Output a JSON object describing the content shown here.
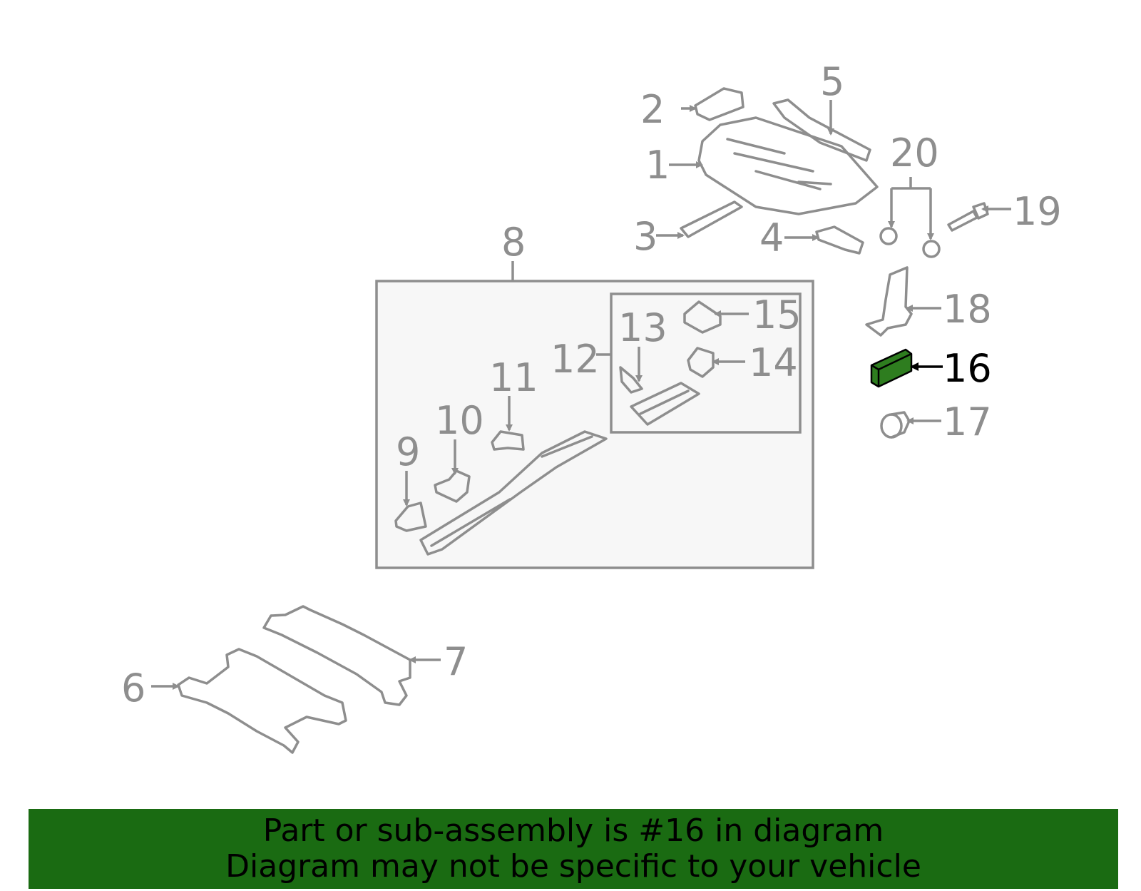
{
  "callouts": [
    "1",
    "2",
    "3",
    "4",
    "5",
    "6",
    "7",
    "8",
    "9",
    "10",
    "11",
    "12",
    "13",
    "14",
    "15",
    "16",
    "17",
    "18",
    "19",
    "20"
  ],
  "highlighted_callout": "16",
  "colors": {
    "line": "#8e8e8e",
    "highlight_fill": "#2e7d1f",
    "banner_background": "#1a6b12",
    "subassembly_box_fill": "#f7f7f7"
  },
  "banner": {
    "line1": "Part or sub-assembly is #16 in diagram",
    "line2": "Diagram may not be specific to your vehicle"
  }
}
